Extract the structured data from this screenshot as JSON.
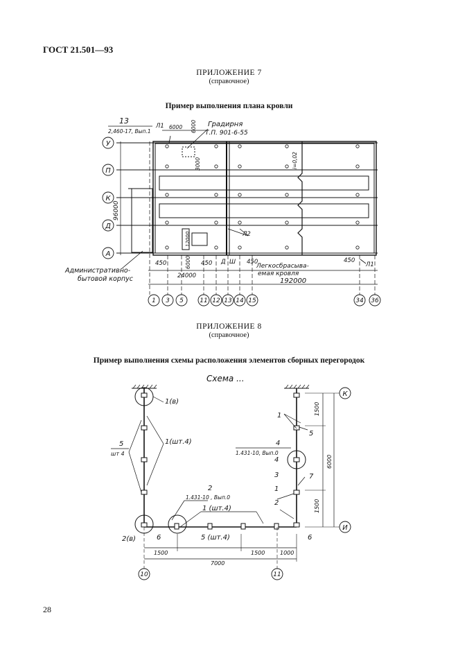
{
  "header": {
    "standard": "ГОСТ 21.501—93"
  },
  "appendix7": {
    "title": "ПРИЛОЖЕНИЕ 7",
    "subtitle": "(справочное)",
    "caption": "Пример выполнения плана кровли",
    "rows": [
      "У",
      "П",
      "К",
      "Д",
      "А"
    ],
    "cols": [
      "1",
      "3",
      "5",
      "11",
      "12",
      "13",
      "14",
      "15",
      "34",
      "36"
    ],
    "labels": {
      "mark13": "13",
      "mark13_sub": "2,460-17, Вып.1",
      "l1": "Л1",
      "l1_right": "Л1",
      "l2": "Л2",
      "d6000_a": "6000",
      "d6000_b": "6000",
      "d3000": "3000",
      "gradirnya": "Градирня",
      "gradirnya_ref": "Т.П. 901-6-55",
      "slope": "i=0,02",
      "h96000": "96000",
      "d12000": "12000",
      "d6000_c": "6000",
      "d450_a": "450",
      "d450_b": "450",
      "d450_c": "450",
      "d450_d": "450",
      "d24000": "24000",
      "D": "Д",
      "Sh": "Ш",
      "admin1": "Административно-",
      "admin2": "бытовой корпус",
      "roof1": "Легкосбрасыва-",
      "roof2": "емая кровля",
      "d192000": "192000"
    }
  },
  "appendix8": {
    "title": "ПРИЛОЖЕНИЕ 8",
    "subtitle": "(справочное)",
    "caption": "Пример выполнения схемы расположения элементов сборных перегородок",
    "scheme": "Схема ...",
    "rows": [
      "К",
      "И"
    ],
    "cols": [
      "10",
      "11"
    ],
    "labels": {
      "l1v": "1(в)",
      "l5": "5",
      "l5sub": "шт 4",
      "l1sht4a": "1(шт.4)",
      "l2": "2",
      "l2sub": "1.431-10 , Вып.0",
      "l1sht4b": "1 (шт.4)",
      "l2v": "2(в)",
      "l6a": "6",
      "l5sht4": "5 (шт.4)",
      "l6b": "6",
      "r4": "4",
      "r4sub": "1.431-10, Вып.0",
      "r4b": "4",
      "r3": "3",
      "r1a": "1",
      "r1b": "1",
      "r2": "2",
      "r5": "5",
      "r7": "7",
      "d1500_top": "1500",
      "d1500_bot": "1500",
      "d6000": "6000",
      "d1500_l": "1500",
      "d1500_r": "1500",
      "d1000": "1000",
      "d7000": "7000"
    }
  },
  "page_number": "28"
}
